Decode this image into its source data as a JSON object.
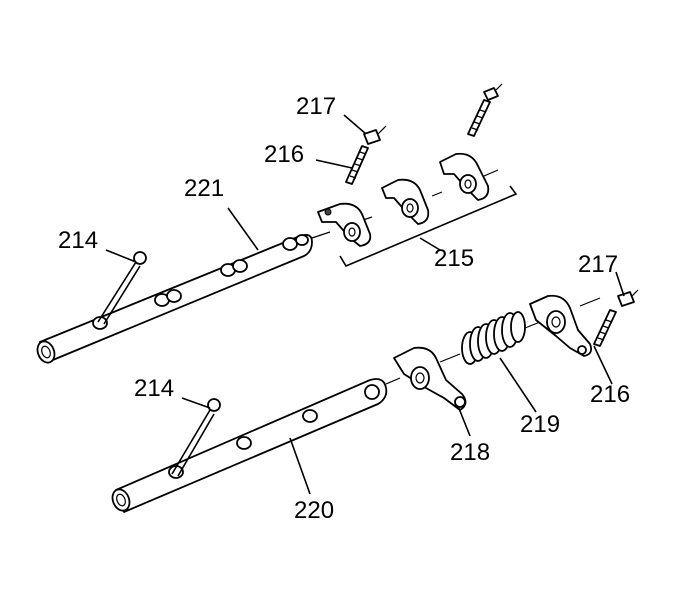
{
  "labels": {
    "l214a": "214",
    "l214b": "214",
    "l215": "215",
    "l216a": "216",
    "l216b": "216",
    "l217a": "217",
    "l217b": "217",
    "l218": "218",
    "l219": "219",
    "l220": "220",
    "l221": "221"
  },
  "colors": {
    "line": "#000000",
    "background": "#ffffff",
    "shade": "#444444"
  }
}
